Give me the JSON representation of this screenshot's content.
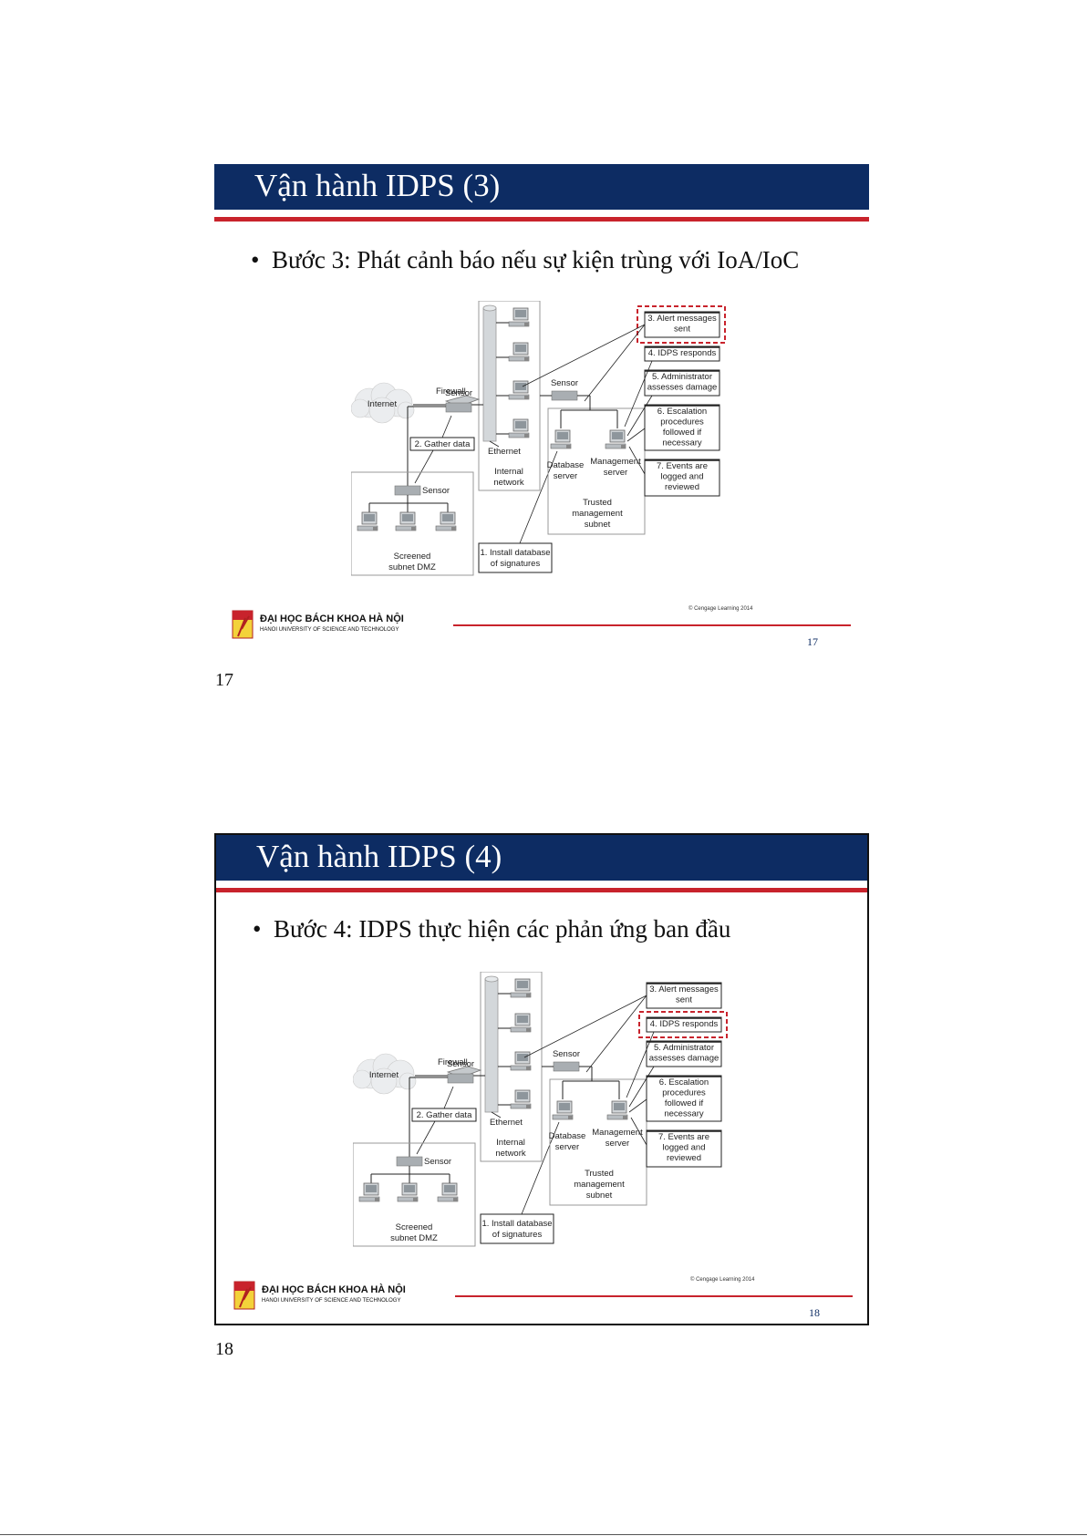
{
  "slides": [
    {
      "title": "Vận hành IDPS (3)",
      "bullet": "Bước 3: Phát cảnh báo nếu sự kiện trùng với IoA/IoC",
      "highlight": 3,
      "slide_number": "17",
      "page_number": "17"
    },
    {
      "title": "Vận hành IDPS (4)",
      "bullet": "Bước 4: IDPS thực hiện các phản ứng ban đầu",
      "highlight": 4,
      "slide_number": "18",
      "page_number": "18"
    }
  ],
  "bullet_symbol": "•",
  "diagram": {
    "internet": "Internet",
    "firewall": "Firewall",
    "sensor": "Sensor",
    "gather": "2. Gather data",
    "ethernet": "Ethernet",
    "internal1": "Internal",
    "internal2": "network",
    "db1": "Database",
    "db2": "server",
    "mgmt1": "Management",
    "mgmt2": "server",
    "trusted1": "Trusted",
    "trusted2": "management",
    "trusted3": "subnet",
    "screened1": "Screened",
    "screened2": "subnet DMZ",
    "install1": "1. Install database",
    "install2": "of signatures",
    "alert1": "3. Alert messages",
    "alert2": "sent",
    "responds": "4. IDPS responds",
    "admin1": "5. Administrator",
    "admin2": "assesses damage",
    "esc1": "6. Escalation",
    "esc2": "procedures",
    "esc3": "followed if",
    "esc4": "necessary",
    "events1": "7. Events are",
    "events2": "logged and",
    "events3": "reviewed"
  },
  "copyright": "© Cengage Learning 2014",
  "logo": {
    "name_vn": "ĐẠI HỌC BÁCH KHOA HÀ NỘI",
    "name_en": "HANOI UNIVERSITY OF SCIENCE AND TECHNOLOGY"
  },
  "colors": {
    "title_bar": "#0d2c63",
    "accent_red": "#c8232c"
  }
}
